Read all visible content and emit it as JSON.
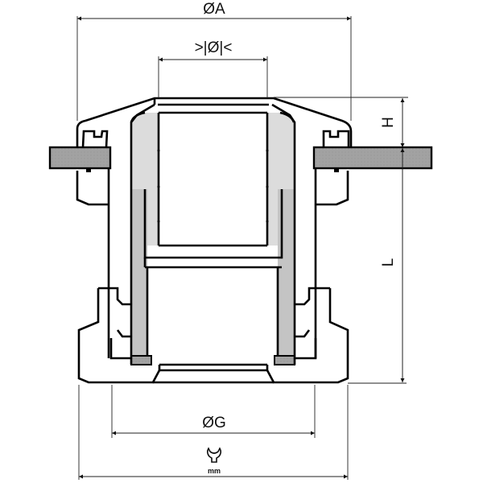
{
  "title": "Cable gland cross-section dimension drawing",
  "dimensions": {
    "A": {
      "label": "ØA",
      "description": "outer cap diameter"
    },
    "clamping": {
      "label": ">|Ø|<",
      "description": "clamping range"
    },
    "H": {
      "label": "H",
      "description": "height above panel"
    },
    "L": {
      "label": "L",
      "description": "length below panel"
    },
    "G": {
      "label": "ØG",
      "description": "thread diameter"
    },
    "wrench": {
      "label": "mm",
      "icon": "wrench-icon",
      "description": "wrench size across flats"
    }
  },
  "colors": {
    "panel": "#a0a0a0",
    "seal_light": "#dcdcdc",
    "seal_dark": "#c4c4c4",
    "gasket": "#9a9a9a",
    "line": "#000000"
  }
}
